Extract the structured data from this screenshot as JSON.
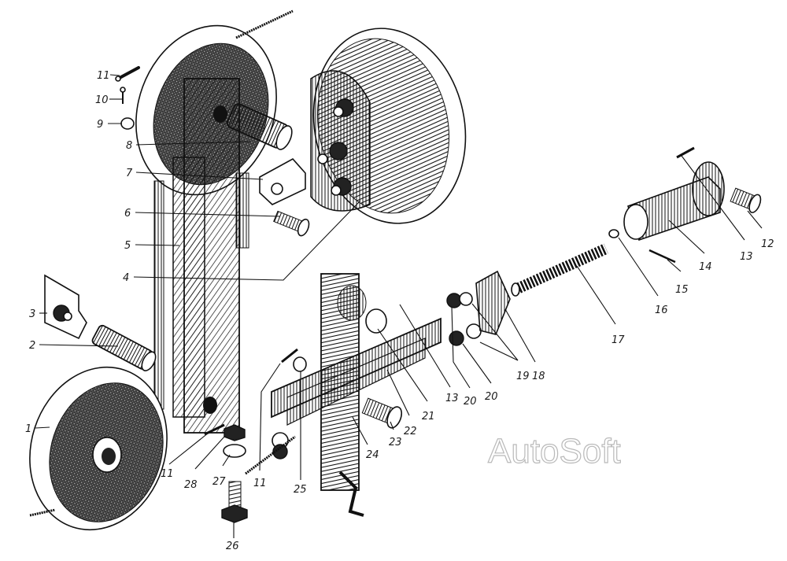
{
  "diagram": {
    "title": "Exploded view of winch / pulley assembly",
    "watermark": "AutoSoft",
    "parts": [
      {
        "id": "1",
        "label": "1",
        "name": "lower pulley wheel"
      },
      {
        "id": "2",
        "label": "2",
        "name": "splined shaft"
      },
      {
        "id": "3",
        "label": "3",
        "name": "nut assembly"
      },
      {
        "id": "4",
        "label": "4",
        "name": "drum housing"
      },
      {
        "id": "5",
        "label": "5",
        "name": "vertical frame bar"
      },
      {
        "id": "6",
        "label": "6",
        "name": "pin"
      },
      {
        "id": "7",
        "label": "7",
        "name": "clevis bracket"
      },
      {
        "id": "8",
        "label": "8",
        "name": "upper axle"
      },
      {
        "id": "9",
        "label": "9",
        "name": "washer"
      },
      {
        "id": "10",
        "label": "10",
        "name": "split pin"
      },
      {
        "id": "11a",
        "label": "11",
        "name": "cotter pin (top)"
      },
      {
        "id": "11b",
        "label": "11",
        "name": "cotter pin (bottom left)"
      },
      {
        "id": "11c",
        "label": "11",
        "name": "cotter pin (bottom center)"
      },
      {
        "id": "12",
        "label": "12",
        "name": "end pin"
      },
      {
        "id": "13a",
        "label": "13",
        "name": "cotter pin (right)"
      },
      {
        "id": "13b",
        "label": "13",
        "name": "cotter pin (center)"
      },
      {
        "id": "14",
        "label": "14",
        "name": "splined sleeve"
      },
      {
        "id": "15",
        "label": "15",
        "name": "rod pin"
      },
      {
        "id": "16",
        "label": "16",
        "name": "washer"
      },
      {
        "id": "17",
        "label": "17",
        "name": "coil spring"
      },
      {
        "id": "18",
        "label": "18",
        "name": "bracket plate"
      },
      {
        "id": "19",
        "label": "19",
        "name": "washers"
      },
      {
        "id": "20a",
        "label": "20",
        "name": "nut"
      },
      {
        "id": "20b",
        "label": "20",
        "name": "nut"
      },
      {
        "id": "21",
        "label": "21",
        "name": "ring washer"
      },
      {
        "id": "22",
        "label": "22",
        "name": "crossbar"
      },
      {
        "id": "23",
        "label": "23",
        "name": "pin"
      },
      {
        "id": "24",
        "label": "24",
        "name": "mount plate with chain"
      },
      {
        "id": "25",
        "label": "25",
        "name": "washer"
      },
      {
        "id": "26",
        "label": "26",
        "name": "bolt"
      },
      {
        "id": "27",
        "label": "27",
        "name": "lock washer"
      },
      {
        "id": "28",
        "label": "28",
        "name": "hex nut"
      }
    ]
  }
}
